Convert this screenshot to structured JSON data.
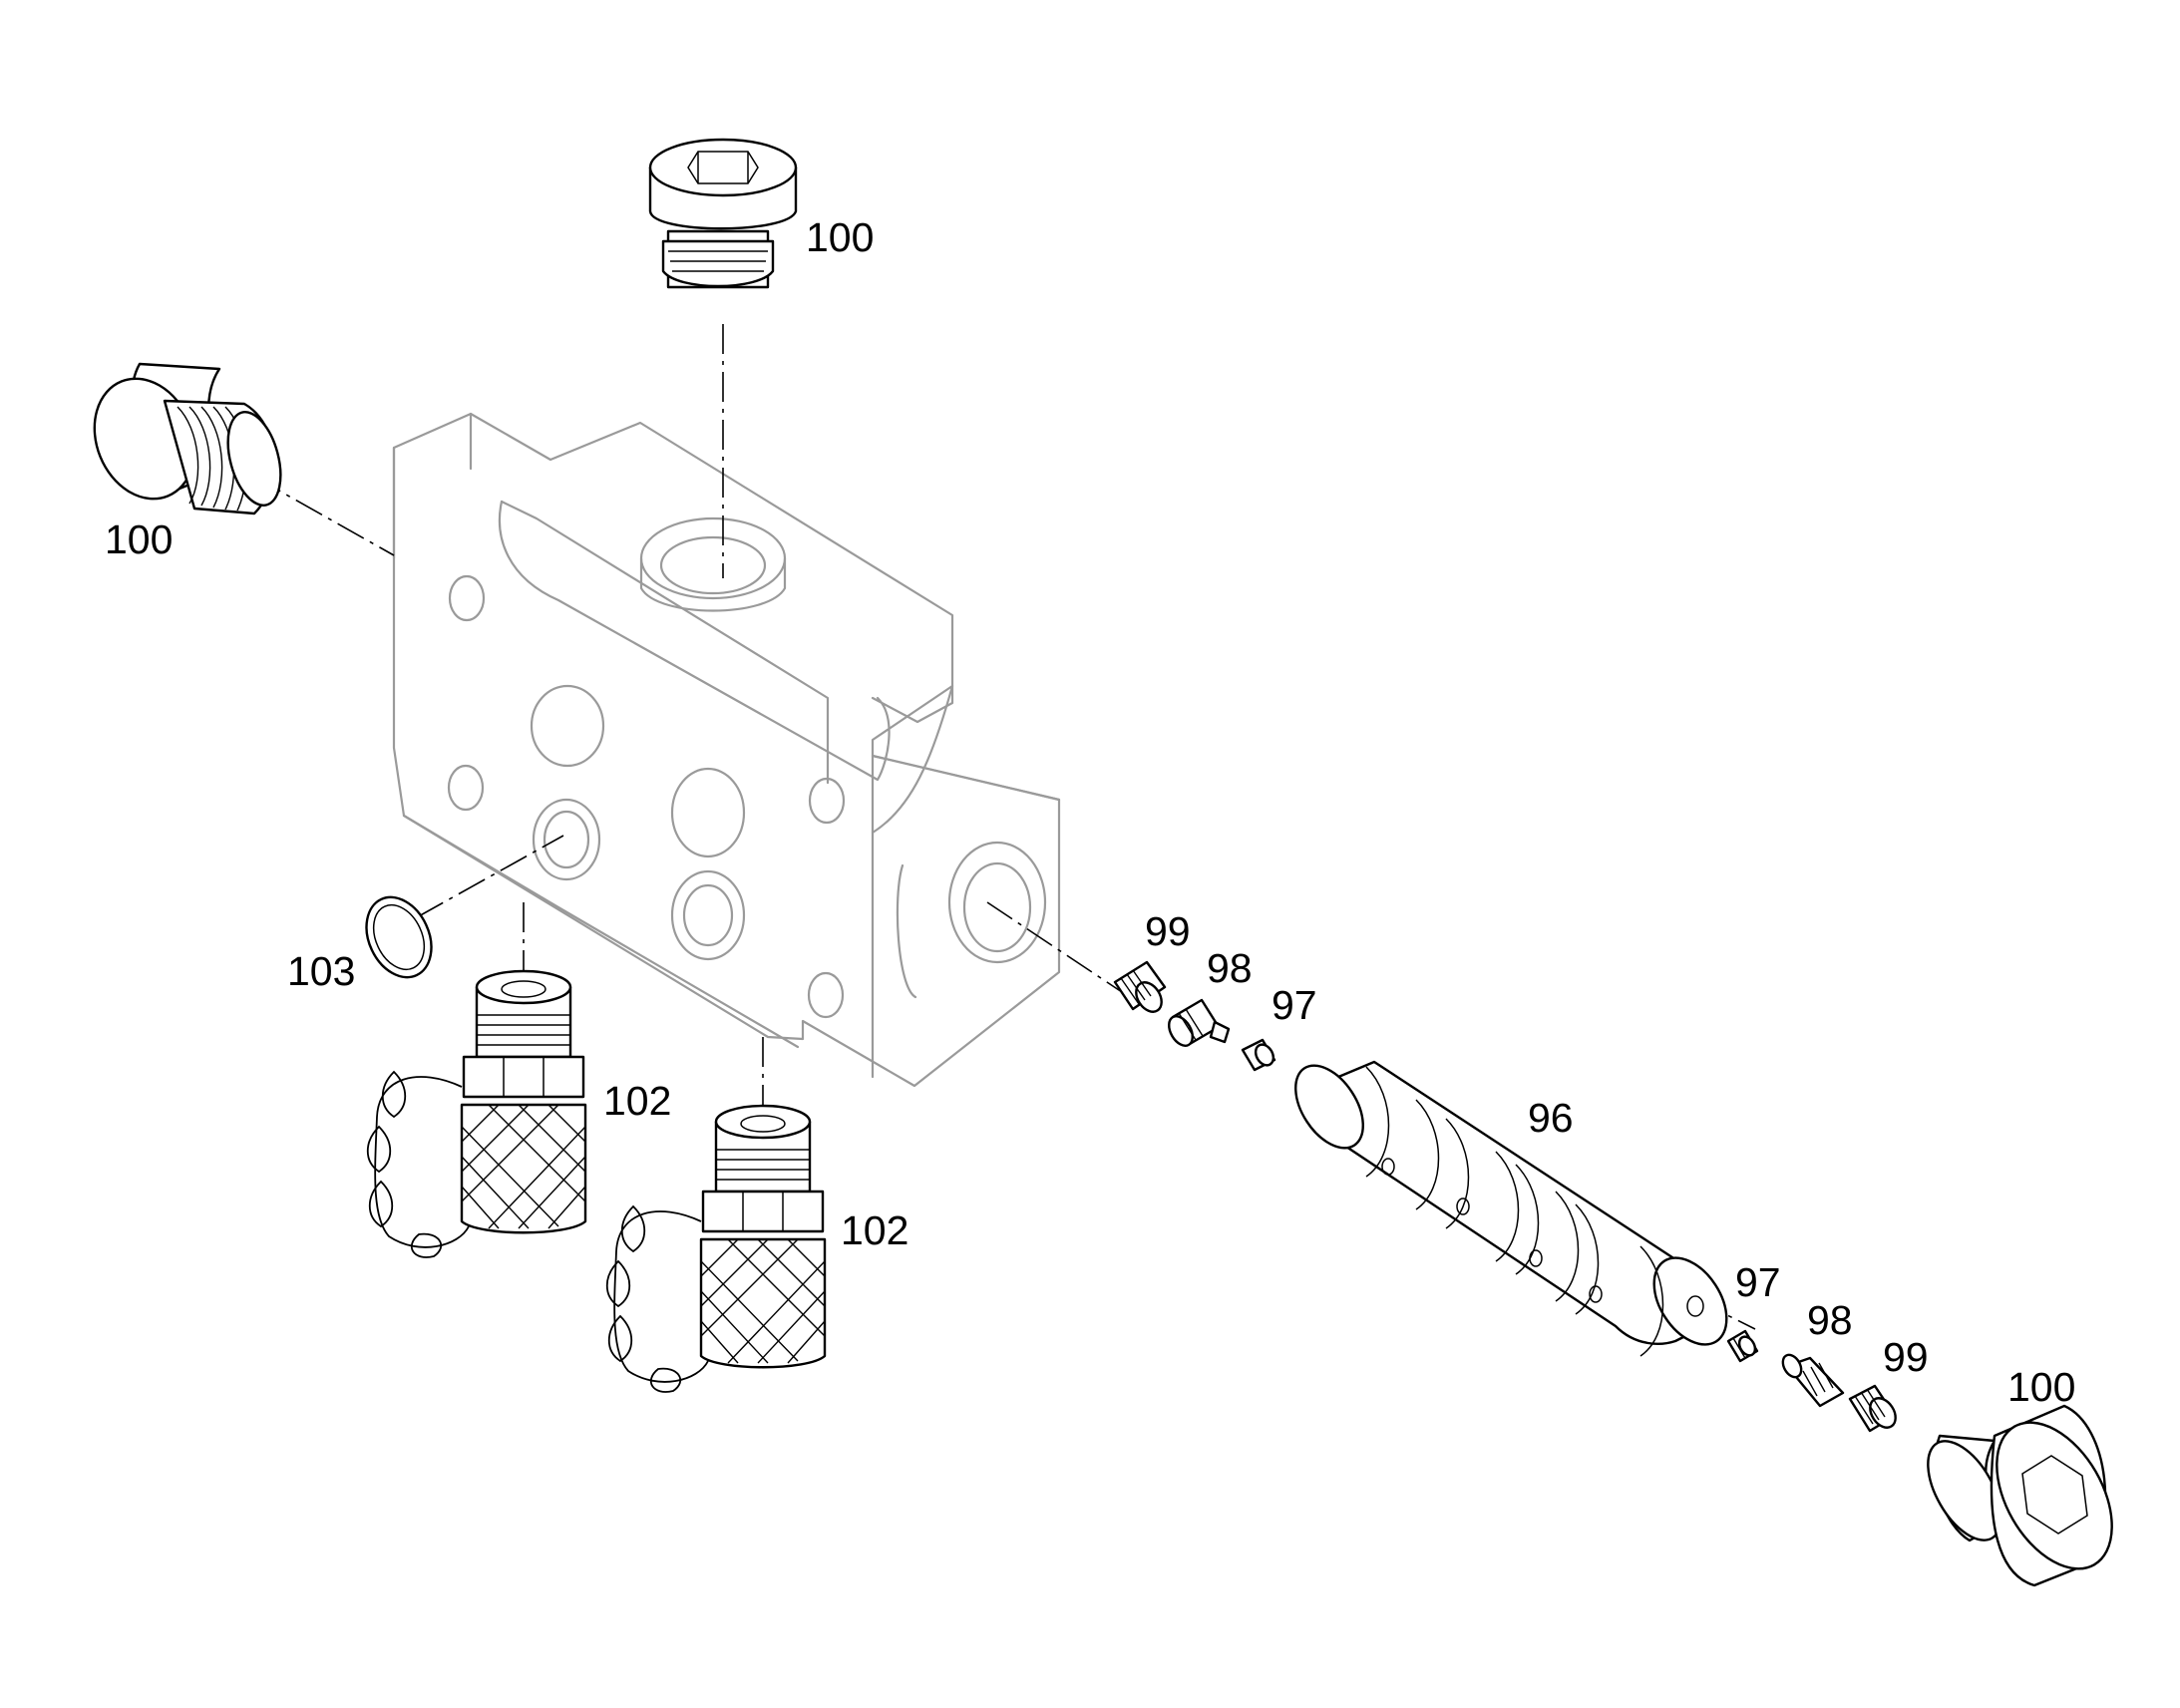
{
  "callouts": {
    "plug_top": "100",
    "plug_left": "100",
    "plug_right": "100",
    "oring": "103",
    "coupling_left": "102",
    "coupling_right": "102",
    "spool": "96",
    "seat_upper": "99",
    "spring_upper": "98",
    "ball_upper": "97",
    "ball_lower": "97",
    "spring_lower": "98",
    "seat_lower": "99"
  },
  "colors": {
    "housing_outline": "#9a9a9a",
    "part_outline": "#000000",
    "background": "#ffffff"
  }
}
